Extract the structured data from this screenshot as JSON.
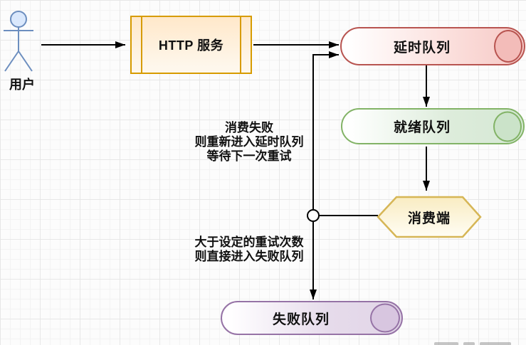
{
  "actor": {
    "label": "用户"
  },
  "nodes": {
    "http_service": {
      "label": "HTTP 服务",
      "shape": "process",
      "fill": "#ffe6cc",
      "stroke": "#d79b00"
    },
    "delay_queue": {
      "label": "延时队列",
      "shape": "horizontal-cylinder",
      "fill": "#f8cecc",
      "stroke": "#b85450"
    },
    "ready_queue": {
      "label": "就绪队列",
      "shape": "horizontal-cylinder",
      "fill": "#d5e8d4",
      "stroke": "#82b366"
    },
    "consumer": {
      "label": "消费端",
      "shape": "hexagon",
      "fill": "#fff2cc",
      "stroke": "#d6b656"
    },
    "fail_queue": {
      "label": "失败队列",
      "shape": "horizontal-cylinder",
      "fill": "#e1d5e7",
      "stroke": "#9673a6"
    }
  },
  "annotations": {
    "retry_note": {
      "lines": [
        "消费失败",
        "则重新进入延时队列",
        "等待下一次重试"
      ]
    },
    "fail_note": {
      "lines": [
        "大于设定的重试次数",
        "则直接进入失败队列"
      ]
    }
  },
  "flow": {
    "edges": [
      "用户 → HTTP 服务",
      "HTTP 服务 → 延时队列",
      "延时队列 → 就绪队列",
      "就绪队列 → 消费端",
      "消费端 → 延时队列 (重试)",
      "消费端 → 失败队列 (超过重试次数)"
    ]
  },
  "colors": {
    "connector": "#000000",
    "actor_fill": "#dae8fc",
    "actor_stroke": "#6c8ebf",
    "grid_minor": "#f3f3f3",
    "grid_major": "#e7e7e7",
    "background": "#fcfcfc"
  }
}
